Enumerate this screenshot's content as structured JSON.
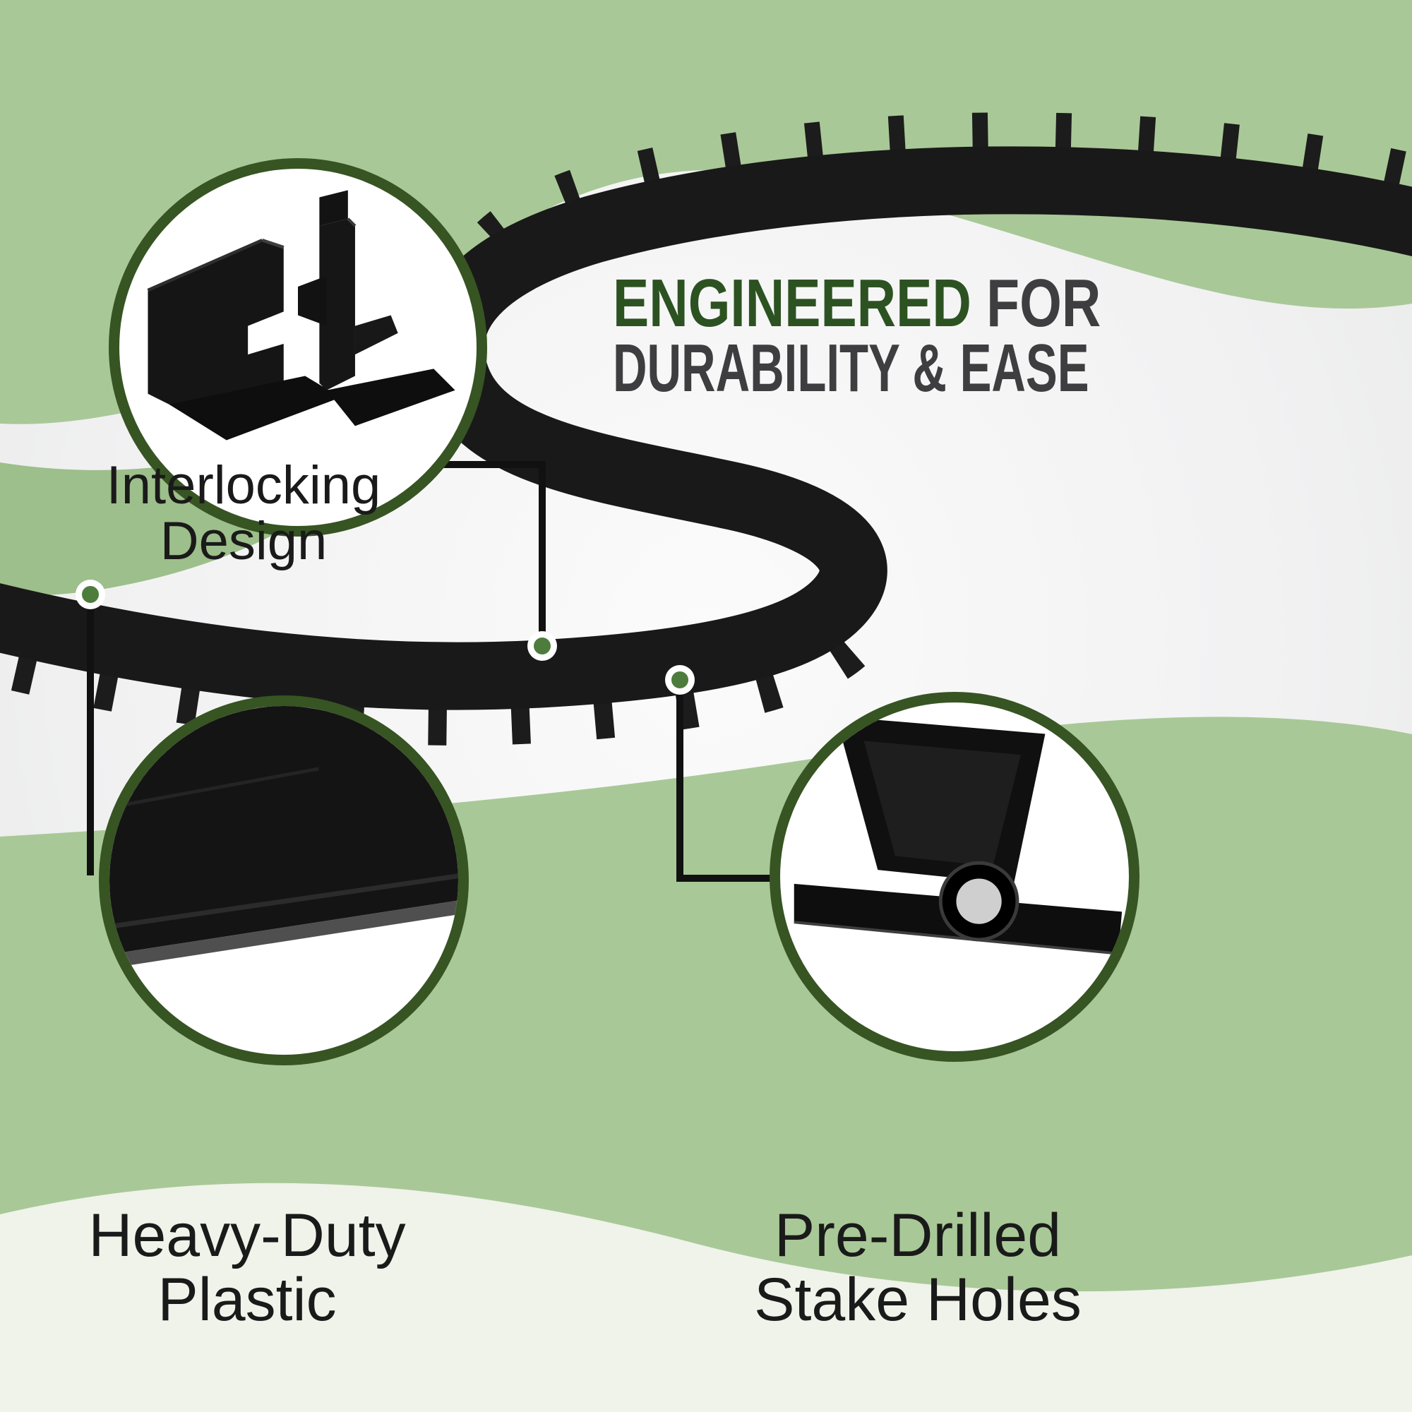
{
  "headline": {
    "green_text": "ENGINEERED",
    "dark_text_1": " FOR",
    "dark_text_2": "DURABILITY & EASE"
  },
  "callouts": [
    {
      "id": "interlocking-design",
      "label_lines": [
        "Interlocking",
        "Design"
      ],
      "image": "interlocking-connectors-closeup"
    },
    {
      "id": "heavy-duty-plastic",
      "label_lines": [
        "Heavy-Duty",
        "Plastic"
      ],
      "image": "plastic-edge-closeup"
    },
    {
      "id": "pre-drilled-stake-holes",
      "label_lines": [
        "Pre-Drilled",
        "Stake Holes"
      ],
      "image": "stake-hole-closeup"
    }
  ],
  "colors": {
    "background_green": "#a9c897",
    "background_green_dark": "#9dbf8b",
    "background_light": "#eff3ea",
    "headline_green": "#2d5222",
    "headline_dark": "#3e3e40",
    "label_text": "#1a1a1a",
    "circle_border": "#375423",
    "marker_green": "#4d7c3c",
    "product_black": "#191919",
    "connector_black": "#111111"
  }
}
